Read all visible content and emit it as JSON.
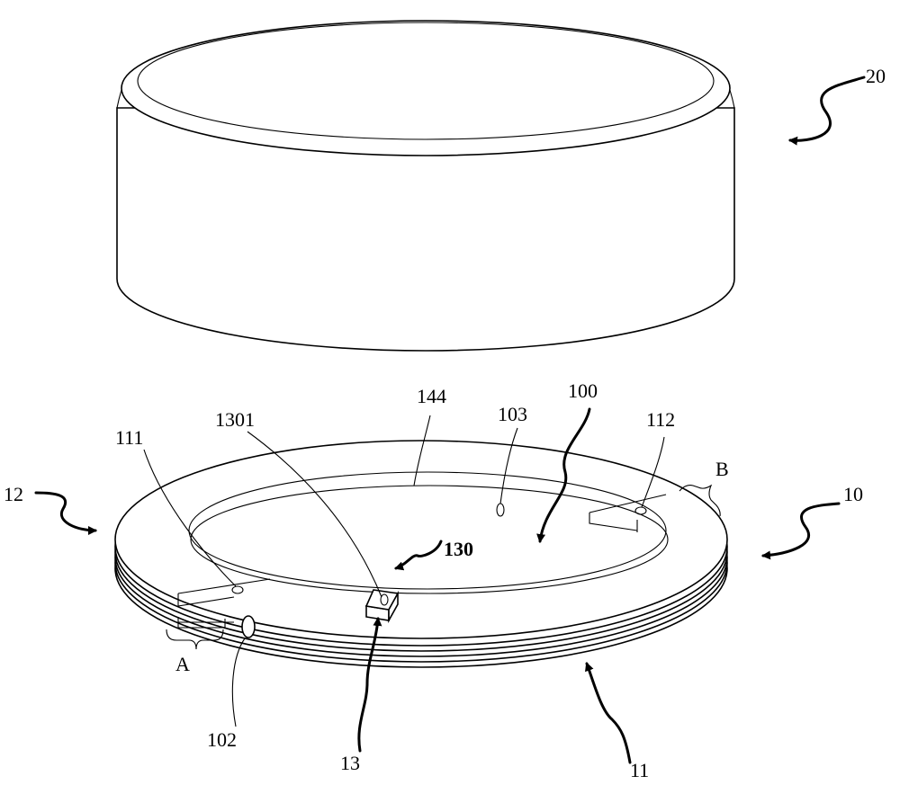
{
  "labels": {
    "l20": "20",
    "l10": "10",
    "l12": "12",
    "l11": "11",
    "l13": "13",
    "l100": "100",
    "l102": "102",
    "l103": "103",
    "l111": "111",
    "l112": "112",
    "l130": "130",
    "l144": "144",
    "l1301": "1301",
    "lA": "A",
    "lB": "B"
  },
  "colors": {
    "line": "#000000",
    "background": "#ffffff"
  }
}
